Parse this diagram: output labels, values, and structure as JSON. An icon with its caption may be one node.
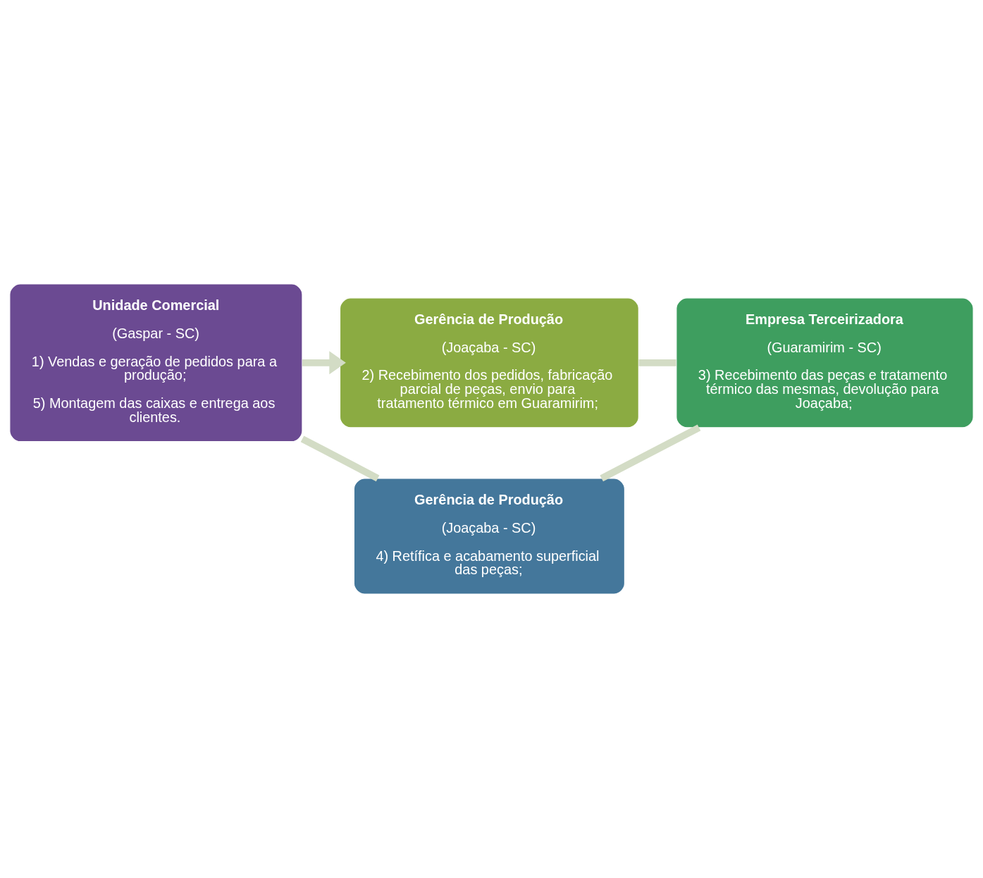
{
  "diagram": {
    "nodes": [
      {
        "text": [
          "Gerência de Produção",
          "(Joaçaba - SC)",
          "2) Recebimento dos pedidos, fabricação parcial de peças, envio para tratamento térmico em Guaramirim;"
        ]
      },
      {
        "text": [
          "Unidade Comercial",
          "(Gaspar - SC)",
          "1) Vendas e geração de pedidos para a produção;",
          "5) Montagem das caixas e entrega aos clientes."
        ]
      },
      {
        "text": [
          "Empresa Terceirizadora",
          "(Guaramirim - SC)",
          "3) Recebimento das peças e tratamento térmico das mesmas, devolução para Joaçaba;"
        ]
      },
      {
        "text": [
          "Gerência de Produção",
          "(Joaçaba - SC)",
          "4) Retífica e acabamento superficial das peças;"
        ]
      }
    ],
    "edges": [
      {
        "from": 1,
        "to": 0,
        "arrow": "to"
      },
      {
        "from": 0,
        "to": 2,
        "arrow": "none"
      },
      {
        "from": 2,
        "to": 3,
        "arrow": "none"
      },
      {
        "from": 3,
        "to": 1,
        "arrow": "none"
      }
    ]
  }
}
